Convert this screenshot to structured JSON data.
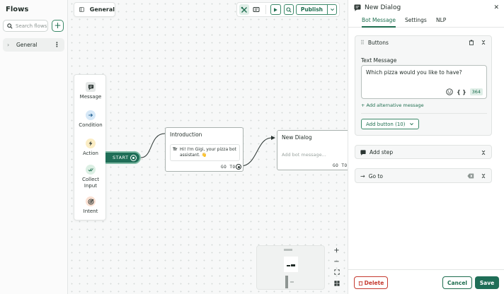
{
  "sidebar": {
    "title": "Flows",
    "search_placeholder": "Search flows",
    "add_label": "+",
    "flows": [
      {
        "label": "General"
      }
    ]
  },
  "canvas": {
    "flow_tab_label": "General",
    "toolbar": {
      "publish_label": "Publish"
    },
    "palette": [
      {
        "label": "Message",
        "icon": "message-icon"
      },
      {
        "label": "Condition",
        "icon": "arrow-right-icon"
      },
      {
        "label": "Action",
        "icon": "lightning-icon"
      },
      {
        "label": "Collect Input",
        "icon": "check-icon"
      },
      {
        "label": "Intent",
        "icon": "target-icon"
      }
    ],
    "start_label": "START",
    "nodes": {
      "introduction": {
        "title": "Introduction",
        "message": "Hi! I'm Gigi, your pizza bot assistant. 👋",
        "goto_label": "GO TO"
      },
      "new_dialog": {
        "title": "New Dialog",
        "placeholder": "Add bot message...",
        "goto_label": "GO TO"
      }
    },
    "zoom_controls": {
      "plus": "+",
      "minus": "−"
    }
  },
  "panel": {
    "title": "New Dialog",
    "tabs": [
      {
        "label": "Bot Message",
        "active": true
      },
      {
        "label": "Settings",
        "active": false
      },
      {
        "label": "NLP",
        "active": false
      }
    ],
    "buttons_card": {
      "title": "Buttons",
      "text_message_label": "Text Message",
      "text_message_value": "Which pizza would you like to have?",
      "char_count": "364",
      "add_alt_label": "+ Add alternative message",
      "add_button_label": "Add button (10)"
    },
    "add_step_label": "Add step",
    "goto_label": "Go to",
    "footer": {
      "delete_label": "Delete",
      "cancel_label": "Cancel",
      "save_label": "Save"
    }
  },
  "colors": {
    "brand": "#1f6e57",
    "accent_text": "#1e6e4f",
    "danger": "#c5392f"
  }
}
